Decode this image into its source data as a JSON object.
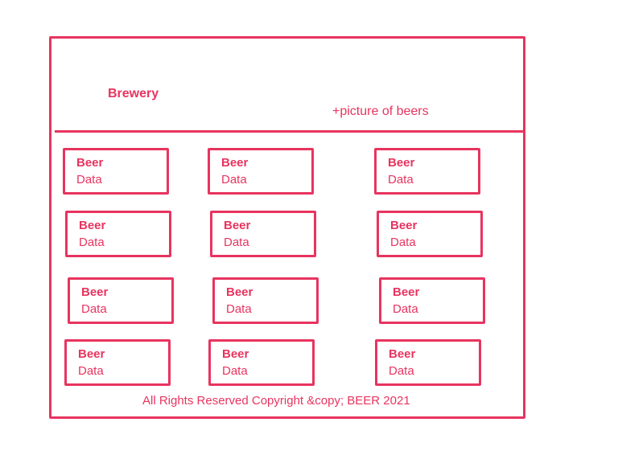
{
  "header": {
    "title": "Brewery",
    "hero_text": "+picture of beers"
  },
  "cards": [
    {
      "title": "Beer",
      "data": "Data"
    },
    {
      "title": "Beer",
      "data": "Data"
    },
    {
      "title": "Beer",
      "data": "Data"
    },
    {
      "title": "Beer",
      "data": "Data"
    },
    {
      "title": "Beer",
      "data": "Data"
    },
    {
      "title": "Beer",
      "data": "Data"
    },
    {
      "title": "Beer",
      "data": "Data"
    },
    {
      "title": "Beer",
      "data": "Data"
    },
    {
      "title": "Beer",
      "data": "Data"
    },
    {
      "title": "Beer",
      "data": "Data"
    },
    {
      "title": "Beer",
      "data": "Data"
    },
    {
      "title": "Beer",
      "data": "Data"
    }
  ],
  "footer": {
    "text": "All Rights Reserved Copyright &copy; BEER 2021"
  },
  "colors": {
    "accent": "#e8345f",
    "background": "#ffffff"
  }
}
